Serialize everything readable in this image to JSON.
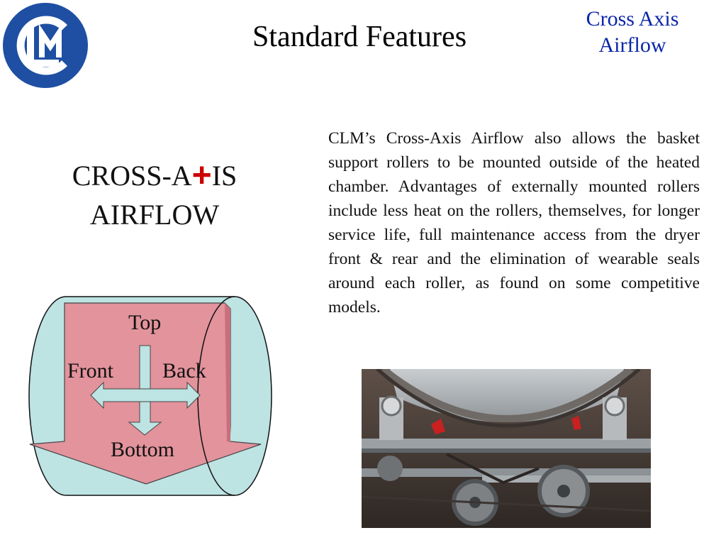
{
  "logo": {
    "text": "CLM",
    "color": "#1f4fa3"
  },
  "header": {
    "title": "Standard Features",
    "corner_title": [
      "Cross Axis",
      "Airflow"
    ]
  },
  "brand": {
    "line1_a": "CROSS-A",
    "line1_b": "IS",
    "line2": "AIRFLOW",
    "plus": "+"
  },
  "paragraph": "CLM’s Cross-Axis Airflow also allows the basket support rollers to be mounted outside of the heated chamber.  Advantages of externally mounted rollers include less heat on the rollers, themselves, for longer service life, full maintenance access from the dryer front & rear and the elimination of wearable seals around each roller, as found on some competitive models.",
  "diagram": {
    "top": "Top",
    "front": "Front",
    "back": "Back",
    "bottom": "Bottom"
  },
  "colors": {
    "cylinder": "#bde3e3",
    "arrow": "#e2939c",
    "corner_title": "#0b25a8",
    "plus": "#cc0000"
  }
}
